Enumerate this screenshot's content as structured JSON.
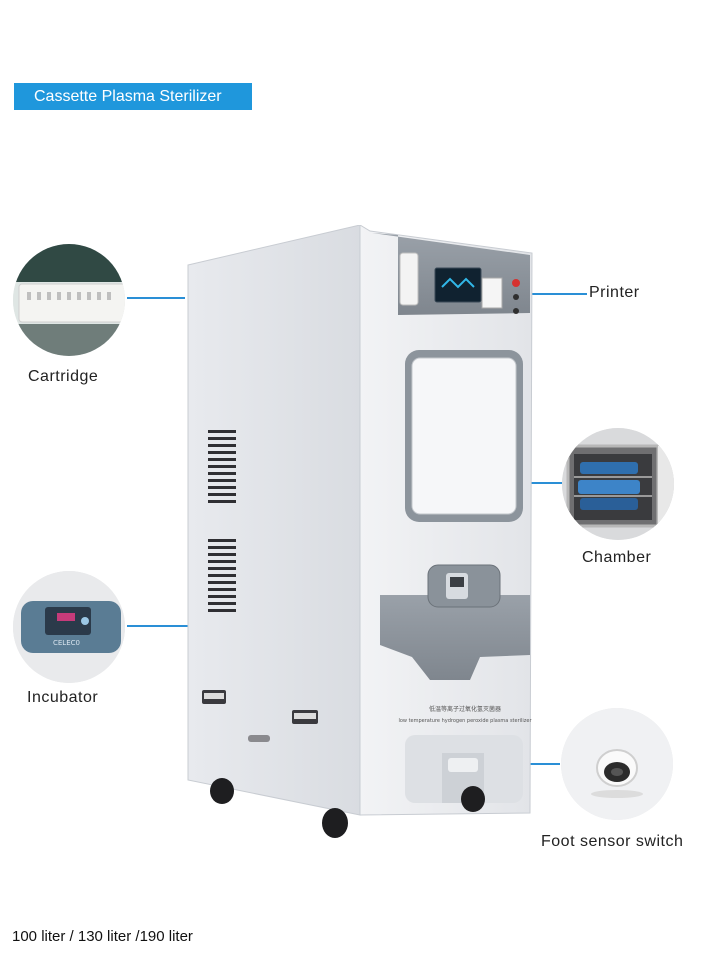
{
  "title": "Cassette Plasma Sterilizer",
  "callouts": {
    "printer": "Printer",
    "cartridge": "Cartridge",
    "chamber": "Chamber",
    "incubator": "Incubator",
    "foot_sensor": "Foot sensor switch"
  },
  "machine_text": {
    "line1": "低温等离子过氧化氢灭菌器",
    "line2": "low temperature  hydrogen peroxide  plasma  sterilizer"
  },
  "capacities": "100 liter / 130 liter /190 liter",
  "colors": {
    "accent": "#1f97dc",
    "body": "#e4e6ea",
    "panel": "#8d949c"
  }
}
